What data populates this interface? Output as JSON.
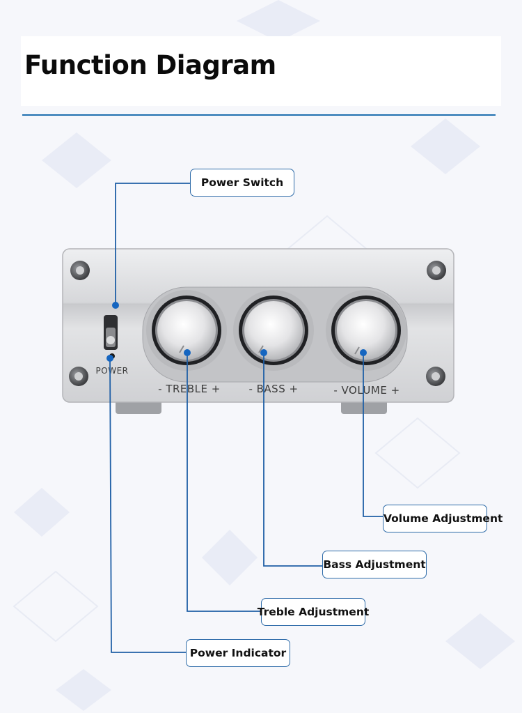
{
  "title": "Function Diagram",
  "device": {
    "power_label": "POWER",
    "treble_label": "- TREBLE +",
    "bass_label": "- BASS +",
    "volume_label": "- VOLUME +"
  },
  "callouts": {
    "power_switch": "Power Switch",
    "volume_adjustment": "Volume Adjustment",
    "bass_adjustment": "Bass Adjustment",
    "treble_adjustment": "Treble Adjustment",
    "power_indicator": "Power Indicator"
  },
  "colors": {
    "accent": "#1f6fb0",
    "callout_dot": "#1565c0",
    "panel": "#d9dade"
  }
}
